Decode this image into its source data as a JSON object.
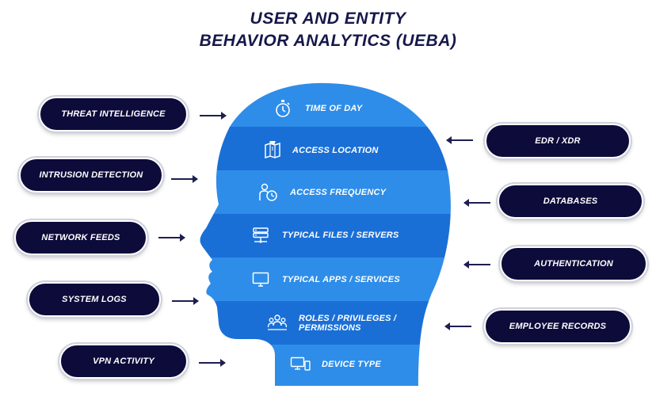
{
  "title": {
    "line1": "USER AND ENTITY",
    "line2": "BEHAVIOR ANALYTICS (UEBA)"
  },
  "colors": {
    "navy": "#0d0b3a",
    "title": "#16184a",
    "band_light": "#2e8de8",
    "band_dark": "#1a6fd6"
  },
  "inputs_left": [
    {
      "label": "THREAT INTELLIGENCE"
    },
    {
      "label": "INTRUSION DETECTION"
    },
    {
      "label": "NETWORK FEEDS"
    },
    {
      "label": "SYSTEM LOGS"
    },
    {
      "label": "VPN ACTIVITY"
    }
  ],
  "inputs_right": [
    {
      "label": "EDR / XDR"
    },
    {
      "label": "DATABASES"
    },
    {
      "label": "AUTHENTICATION"
    },
    {
      "label": "EMPLOYEE RECORDS"
    }
  ],
  "head_bands": [
    {
      "label": "TIME OF DAY",
      "icon": "stopwatch-icon"
    },
    {
      "label": "ACCESS LOCATION",
      "icon": "map-pin-icon"
    },
    {
      "label": "ACCESS FREQUENCY",
      "icon": "user-clock-icon"
    },
    {
      "label": "TYPICAL FILES / SERVERS",
      "icon": "server-icon"
    },
    {
      "label": "TYPICAL APPS / SERVICES",
      "icon": "monitor-icon"
    },
    {
      "label_line1": "ROLES / PRIVILEGES /",
      "label_line2": "PERMISSIONS",
      "icon": "users-icon"
    },
    {
      "label": "DEVICE TYPE",
      "icon": "devices-icon"
    }
  ]
}
